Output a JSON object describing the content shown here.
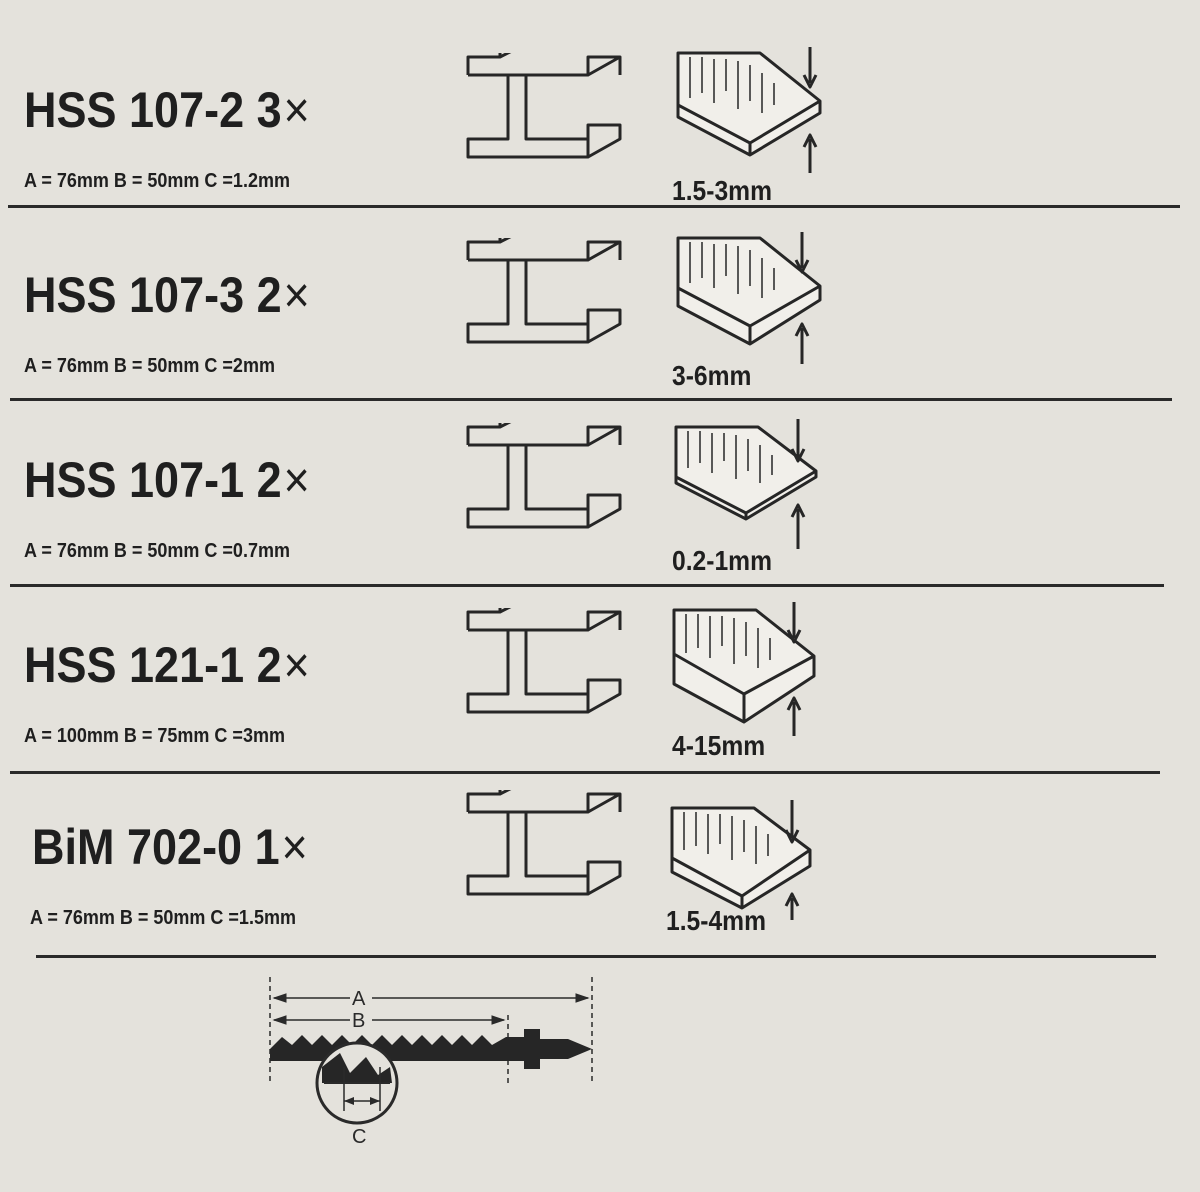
{
  "rows": [
    {
      "model": "HSS 107-2",
      "qty": "3",
      "dims": "A = 76mm B = 50mm C =1.2mm",
      "thickness": "1.5-3mm"
    },
    {
      "model": "HSS 107-3",
      "qty": "2",
      "dims": "A = 76mm B = 50mm C =2mm",
      "thickness": "3-6mm"
    },
    {
      "model": "HSS 107-1",
      "qty": "2",
      "dims": "A = 76mm B = 50mm C =0.7mm",
      "thickness": "0.2-1mm"
    },
    {
      "model": "HSS 121-1",
      "qty": "2",
      "dims": "A = 100mm B = 75mm C =3mm",
      "thickness": "4-15mm"
    },
    {
      "model": "BiM 702-0",
      "qty": "1",
      "dims": "A = 76mm B = 50mm C =1.5mm",
      "thickness": "1.5-4mm"
    }
  ],
  "multiplier_symbol": "×",
  "blade_diagram": {
    "label_a": "A",
    "label_b": "B",
    "label_c": "C"
  },
  "icons": {
    "beam": "i-beam-profile-icon",
    "plate": "sheet-thickness-icon"
  }
}
